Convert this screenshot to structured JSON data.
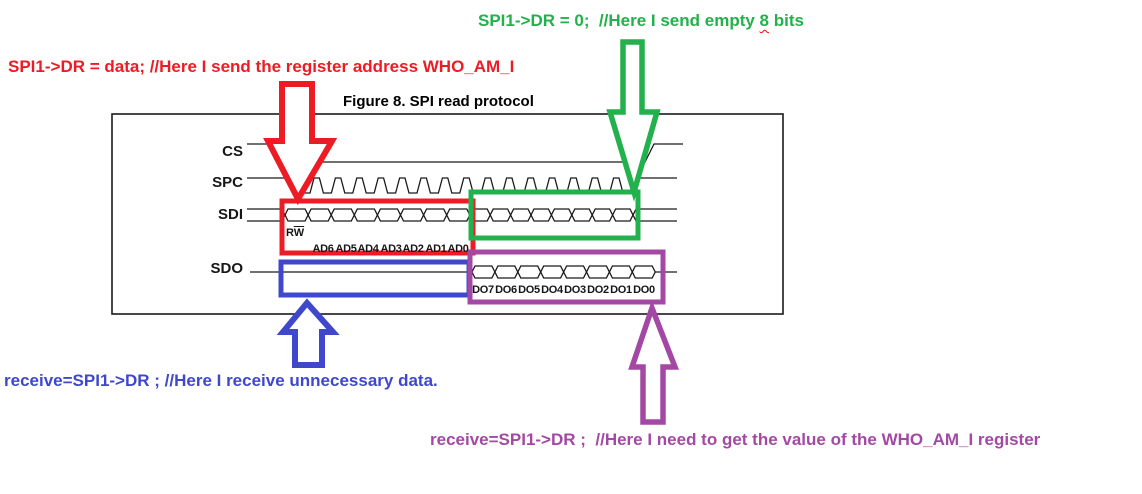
{
  "annotations": {
    "green_comment": {
      "before": "SPI1->DR = 0;  //Here I send empty ",
      "underlined": "8",
      "after": " bits"
    },
    "red_comment": "SPI1->DR = data; //Here I send the register address WHO_AM_I",
    "blue_comment": "receive=SPI1->DR ; //Here I receive unnecessary data.",
    "purple_comment": "receive=SPI1->DR ;  //Here I need to get the value of the WHO_AM_I register"
  },
  "figure": {
    "title": "Figure 8. SPI read protocol",
    "signals": {
      "cs": "CS",
      "spc": "SPC",
      "sdi": "SDI",
      "sdo": "SDO"
    },
    "rw": {
      "r": "R",
      "w": "W"
    },
    "sdi_bits": [
      "AD6",
      "AD5",
      "AD4",
      "AD3",
      "AD2",
      "AD1",
      "AD0"
    ],
    "sdo_bits": [
      "DO7",
      "DO6",
      "DO5",
      "DO4",
      "DO3",
      "DO2",
      "DO1",
      "DO0"
    ],
    "clock_pulses": 16,
    "bits_per_frame": 8
  },
  "colors": {
    "red": "#ed1c24",
    "green": "#22b14c",
    "blue": "#3f48cc",
    "purple": "#a349a4",
    "line": "#1a1a1a"
  }
}
